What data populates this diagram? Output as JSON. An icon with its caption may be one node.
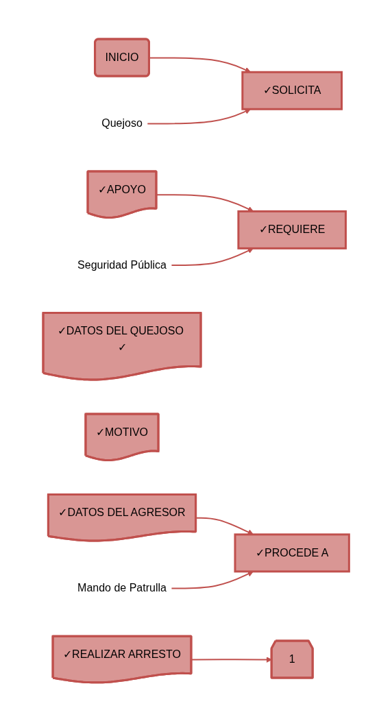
{
  "diagram": {
    "nodes": [
      {
        "text": [
          "INICIO"
        ]
      },
      {
        "text": [
          "Quejoso"
        ]
      },
      {
        "text": [
          "✓SOLICITA"
        ]
      },
      {
        "text": [
          "✓APOYO"
        ]
      },
      {
        "text": [
          "Seguridad Pública"
        ]
      },
      {
        "text": [
          "✓REQUIERE"
        ]
      },
      {
        "text": [
          "✓DATOS DEL QUEJOSO ✓"
        ]
      },
      {
        "text": [
          "✓MOTIVO"
        ]
      },
      {
        "text": [
          "✓DATOS DEL AGRESOR"
        ]
      },
      {
        "text": [
          "Mando de Patrulla"
        ]
      },
      {
        "text": [
          "✓PROCEDE A"
        ]
      },
      {
        "text": [
          "✓REALIZAR ARRESTO"
        ]
      },
      {
        "text": [
          "1"
        ]
      }
    ],
    "edges": [
      {
        "from": 0,
        "to": 2,
        "arrow": "to"
      },
      {
        "from": 1,
        "to": 2,
        "arrow": "to"
      },
      {
        "from": 3,
        "to": 5,
        "arrow": "to"
      },
      {
        "from": 4,
        "to": 5,
        "arrow": "to"
      },
      {
        "from": 8,
        "to": 10,
        "arrow": "to"
      },
      {
        "from": 9,
        "to": 10,
        "arrow": "to"
      },
      {
        "from": 11,
        "to": 12,
        "arrow": "to"
      }
    ]
  }
}
